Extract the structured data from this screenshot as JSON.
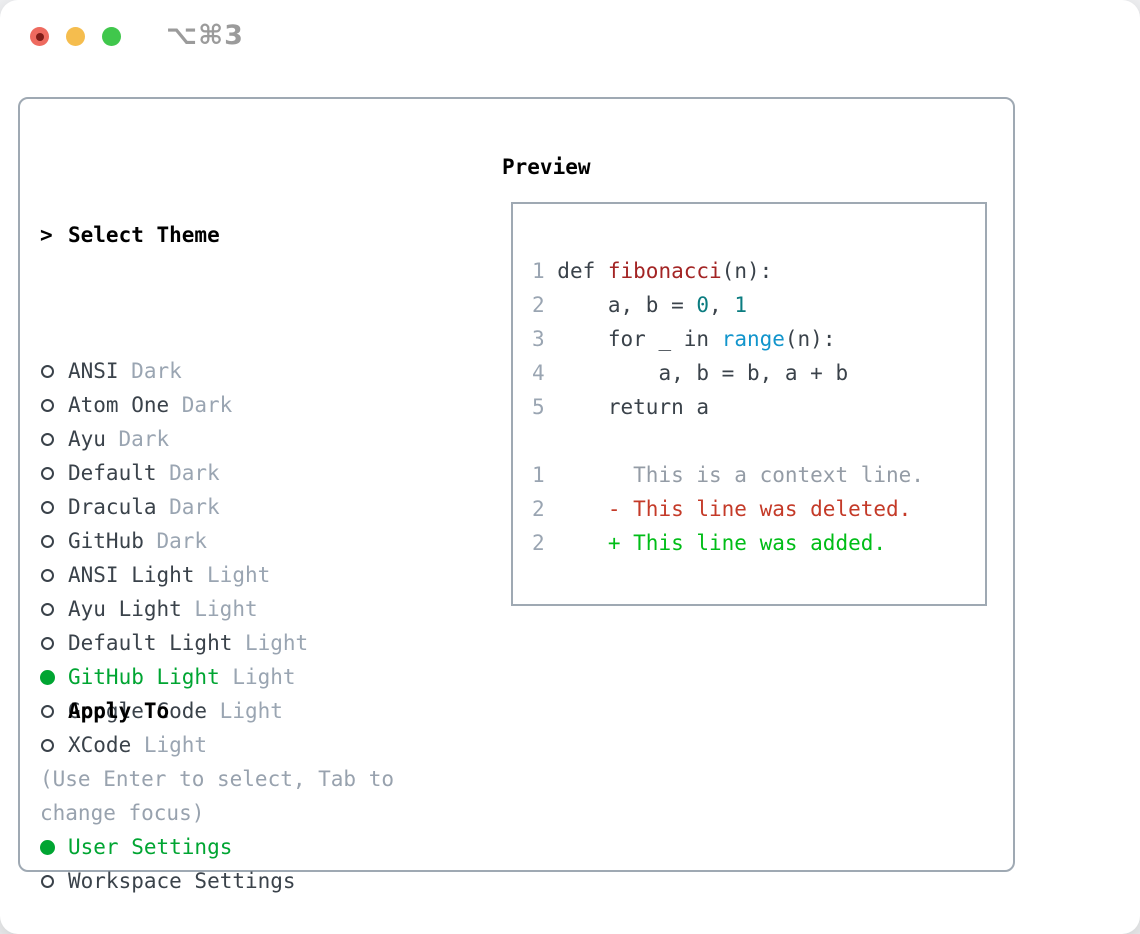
{
  "window": {
    "title": "⌥⌘3",
    "traffic_lights": [
      "close",
      "minimize",
      "zoom"
    ]
  },
  "theme_list": {
    "prompt": ">",
    "header": "Select Theme",
    "items": [
      {
        "name": "ANSI",
        "variant": "Dark",
        "selected": false
      },
      {
        "name": "Atom One",
        "variant": "Dark",
        "selected": false
      },
      {
        "name": "Ayu",
        "variant": "Dark",
        "selected": false
      },
      {
        "name": "Default",
        "variant": "Dark",
        "selected": false
      },
      {
        "name": "Dracula",
        "variant": "Dark",
        "selected": false
      },
      {
        "name": "GitHub",
        "variant": "Dark",
        "selected": false
      },
      {
        "name": "ANSI Light",
        "variant": "Light",
        "selected": false
      },
      {
        "name": "Ayu Light",
        "variant": "Light",
        "selected": false
      },
      {
        "name": "Default Light",
        "variant": "Light",
        "selected": false
      },
      {
        "name": "GitHub Light",
        "variant": "Light",
        "selected": true
      },
      {
        "name": "Google Code",
        "variant": "Light",
        "selected": false
      },
      {
        "name": "XCode",
        "variant": "Light",
        "selected": false
      }
    ]
  },
  "apply_to": {
    "header": "Apply To",
    "options": [
      {
        "label": "User Settings",
        "selected": true
      },
      {
        "label": "Workspace Settings",
        "selected": false
      }
    ]
  },
  "hint": "(Use Enter to select, Tab to change focus)",
  "preview": {
    "header": "Preview",
    "code_lines": [
      {
        "num": "1",
        "segments": [
          {
            "t": "def ",
            "c": "plain"
          },
          {
            "t": "fibonacci",
            "c": "func"
          },
          {
            "t": "(n):",
            "c": "plain"
          }
        ]
      },
      {
        "num": "2",
        "segments": [
          {
            "t": "    a, b = ",
            "c": "plain"
          },
          {
            "t": "0",
            "c": "num"
          },
          {
            "t": ", ",
            "c": "plain"
          },
          {
            "t": "1",
            "c": "num"
          }
        ]
      },
      {
        "num": "3",
        "segments": [
          {
            "t": "    for _ in ",
            "c": "plain"
          },
          {
            "t": "range",
            "c": "builtin"
          },
          {
            "t": "(n):",
            "c": "plain"
          }
        ]
      },
      {
        "num": "4",
        "segments": [
          {
            "t": "        a, b = b, a + b",
            "c": "plain"
          }
        ]
      },
      {
        "num": "5",
        "segments": [
          {
            "t": "    return a",
            "c": "plain"
          }
        ]
      }
    ],
    "diff_lines": [
      {
        "num": "1",
        "kind": "context",
        "text": "      This is a context line."
      },
      {
        "num": "2",
        "kind": "deleted",
        "text": "    - This line was deleted."
      },
      {
        "num": "2",
        "kind": "added",
        "text": "    + This line was added."
      }
    ]
  },
  "colors": {
    "selected_green": "#00a532",
    "added_green": "#00bd17",
    "deleted_red": "#c43a28",
    "function_red": "#a32424",
    "builtin_blue": "#1295cc",
    "number_teal": "#0b7c80",
    "muted_gray": "#9aa5b2",
    "text_dark": "#3a424a",
    "panel_border": "#9fa9b3",
    "traffic_red": "#ee6a5f",
    "traffic_yellow": "#f5bd4e",
    "traffic_green": "#40c74c"
  }
}
